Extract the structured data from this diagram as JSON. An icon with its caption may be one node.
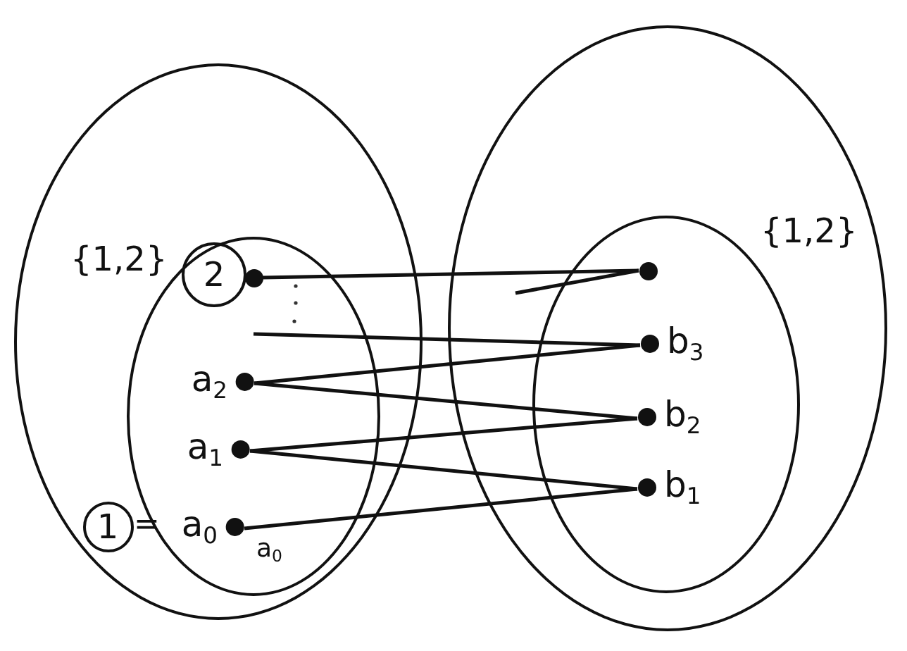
{
  "diagram": {
    "nodes": [
      {
        "text": [],
        "shape": "ellipse"
      },
      {
        "text": [],
        "shape": "ellipse",
        "in": 0
      },
      {
        "text": [
          "2"
        ],
        "in": 1
      },
      {
        "text": [],
        "shape": "dot",
        "in": 1
      },
      {
        "text": [
          "a$_{2}$"
        ],
        "in": 1
      },
      {
        "text": [
          "a$_{1}$"
        ],
        "in": 1
      },
      {
        "text": [
          "1"
        ],
        "in": 0
      },
      {
        "text": [
          "a$_{0}$"
        ],
        "in": 1
      },
      {
        "text": [],
        "shape": "ellipse"
      },
      {
        "text": [],
        "shape": "ellipse",
        "in": 8
      },
      {
        "text": [],
        "shape": "dot",
        "in": 9
      },
      {
        "text": [
          "b$_{3}$"
        ],
        "in": 9
      },
      {
        "text": [
          "b$_{2}$"
        ],
        "in": 9
      },
      {
        "text": [
          "b$_{1}$"
        ],
        "in": 9
      }
    ],
    "edges": [
      {
        "from": 3,
        "to": 10,
        "arrow": "none"
      },
      {
        "from": null,
        "to": 11,
        "arrow": "none"
      },
      {
        "from": 4,
        "to": 11,
        "arrow": "none"
      },
      {
        "from": 4,
        "to": 12,
        "arrow": "none"
      },
      {
        "from": 5,
        "to": 12,
        "arrow": "none"
      },
      {
        "from": 5,
        "to": 13,
        "arrow": "none"
      },
      {
        "from": 7,
        "to": 13,
        "arrow": "none"
      },
      {
        "from": null,
        "to": 10,
        "arrow": "none"
      }
    ],
    "labels": [
      "{1,2}",
      "{1,2}",
      "=",
      "a$_{0}$"
    ]
  }
}
